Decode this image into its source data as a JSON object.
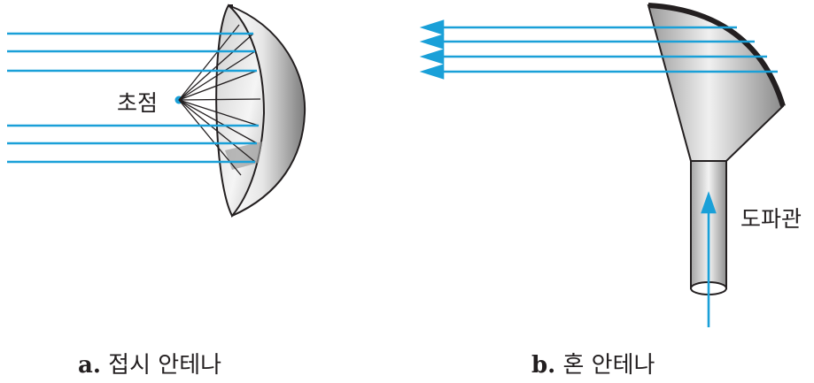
{
  "figure": {
    "dish": {
      "focus_label": "초점",
      "caption_letter": "a.",
      "caption_text": "접시 안테나"
    },
    "horn": {
      "waveguide_label": "도파관",
      "caption_letter": "b.",
      "caption_text": "혼 안테나"
    },
    "colors": {
      "ray": "#1aa0d8",
      "outline": "#231f20",
      "metal_light": "#f2f2f2",
      "metal_dark": "#8c8c8c"
    }
  }
}
